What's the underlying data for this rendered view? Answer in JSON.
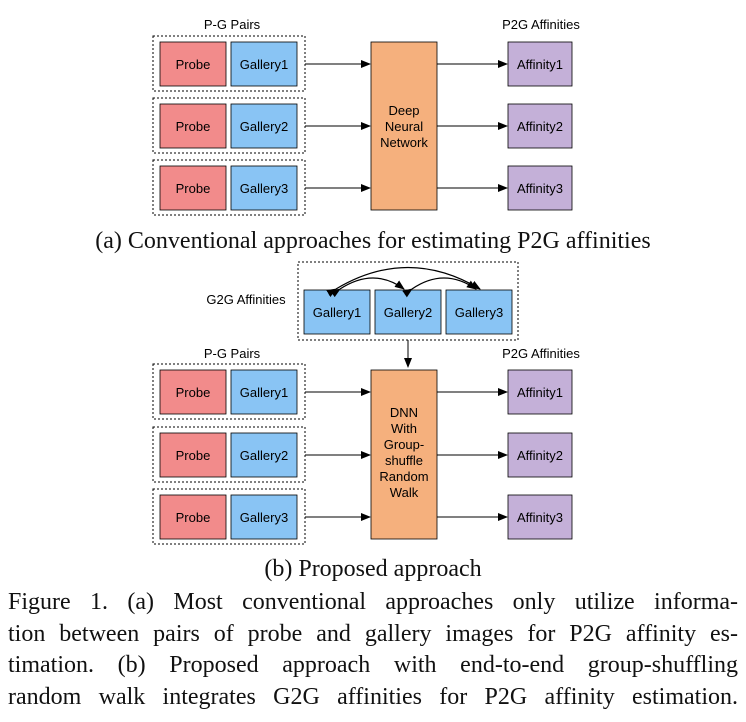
{
  "panel_a": {
    "pairs_label": "P-G Pairs",
    "affinities_label": "P2G Affinities",
    "pairs": [
      {
        "probe": "Probe",
        "gallery": "Gallery1"
      },
      {
        "probe": "Probe",
        "gallery": "Gallery2"
      },
      {
        "probe": "Probe",
        "gallery": "Gallery3"
      }
    ],
    "network_lines": [
      "Deep",
      "Neural",
      "Network"
    ],
    "affinities": [
      "Affinity1",
      "Affinity2",
      "Affinity3"
    ],
    "caption": "(a) Conventional approaches for estimating P2G affinities"
  },
  "panel_b": {
    "g2g_label": "G2G Affinities",
    "galleries": [
      "Gallery1",
      "Gallery2",
      "Gallery3"
    ],
    "pairs_label": "P-G Pairs",
    "affinities_label": "P2G Affinities",
    "pairs": [
      {
        "probe": "Probe",
        "gallery": "Gallery1"
      },
      {
        "probe": "Probe",
        "gallery": "Gallery2"
      },
      {
        "probe": "Probe",
        "gallery": "Gallery3"
      }
    ],
    "network_lines": [
      "DNN",
      "With",
      "Group-",
      "shuffle",
      "Random",
      "Walk"
    ],
    "affinities": [
      "Affinity1",
      "Affinity2",
      "Affinity3"
    ],
    "caption": "(b) Proposed approach"
  },
  "figure_caption": [
    "Figure 1. (a) Most conventional approaches only utilize informa-",
    "tion between pairs of probe and gallery images for P2G affinity es-",
    "timation.  (b) Proposed approach with end-to-end group-shuffling",
    "random walk integrates G2G affinities for P2G affinity estimation."
  ],
  "colors": {
    "probe": "#f28b8b",
    "gallery": "#89c4f4",
    "network": "#f5b07d",
    "affinity": "#c4b0d8"
  }
}
